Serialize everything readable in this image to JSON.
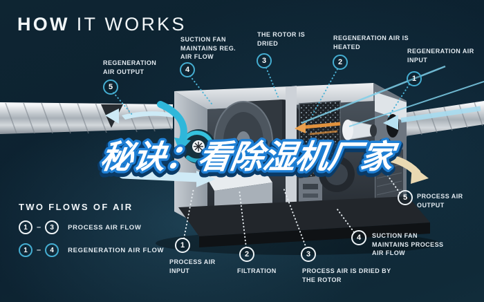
{
  "title": {
    "word_bold": "HOW",
    "word_light": "IT WORKS"
  },
  "overlay": {
    "text": "秘诀：看除湿机厂家"
  },
  "legend": {
    "title": "TWO FLOWS OF AIR",
    "separator": "–",
    "rows": [
      {
        "from": "1",
        "to": "3",
        "label": "PROCESS AIR FLOW",
        "style": "process"
      },
      {
        "from": "1",
        "to": "4",
        "label": "REGENERATION AIR FLOW",
        "style": "regeneration"
      }
    ]
  },
  "callouts": {
    "regeneration": [
      {
        "num": "1",
        "label": "REGENERATION AIR INPUT"
      },
      {
        "num": "2",
        "label": "REGENERATION AIR IS HEATED"
      },
      {
        "num": "3",
        "label": "THE ROTOR IS DRIED"
      },
      {
        "num": "4",
        "label": "SUCTION FAN MAINTAINS REG. AIR FLOW"
      },
      {
        "num": "5",
        "label": "REGENERATION AIR OUTPUT"
      }
    ],
    "process": [
      {
        "num": "1",
        "label": "PROCESS AIR INPUT"
      },
      {
        "num": "2",
        "label": "FILTRATION"
      },
      {
        "num": "3",
        "label": "PROCESS AIR IS DRIED BY THE ROTOR"
      },
      {
        "num": "4",
        "label": "SUCTION FAN MAINTAINS PROCESS AIR FLOW"
      },
      {
        "num": "5",
        "label": "PROCESS AIR OUTPUT"
      }
    ]
  },
  "colors": {
    "background": "#0c2130",
    "accent_teal": "#45aed2",
    "process_white": "#eef3f6",
    "overlay_blue": "#1f7fd4",
    "heated_orange": "#e2923d",
    "output_tan": "#ead9b2"
  }
}
